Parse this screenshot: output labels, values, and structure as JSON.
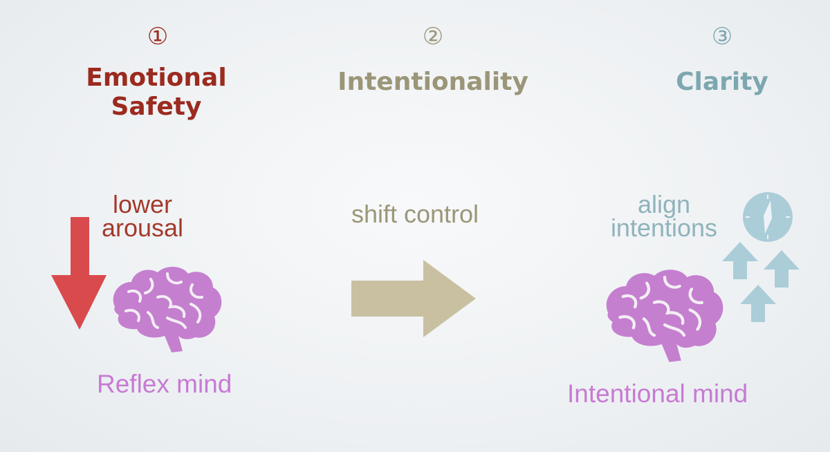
{
  "colors": {
    "red_title": "#9b2a1f",
    "red_text": "#a33a2c",
    "red_arrow": "#d94a4d",
    "khaki": "#9b9678",
    "khaki_arrow": "#c8c0a0",
    "teal_title": "#7da7b0",
    "teal_text": "#8fb3bb",
    "teal_shape": "#aacdd8",
    "purple": "#c57fcf",
    "purple_text": "#c77ad4"
  },
  "icons": {
    "down_arrow": "down-arrow-icon",
    "right_arrow": "right-arrow-icon",
    "up_arrows": "up-arrow-icon",
    "compass": "compass-icon",
    "brain": "brain-icon"
  },
  "steps": [
    {
      "number": "①",
      "title_line1": "Emotional",
      "title_line2": "Safety",
      "action_line1": "lower",
      "action_line2": "arousal",
      "mind": "Reflex mind"
    },
    {
      "number": "②",
      "title_line1": "Intentionality",
      "action_line1": "shift control"
    },
    {
      "number": "③",
      "title_line1": "Clarity",
      "action_line1": "align",
      "action_line2": "intentions",
      "mind": "Intentional mind"
    }
  ]
}
